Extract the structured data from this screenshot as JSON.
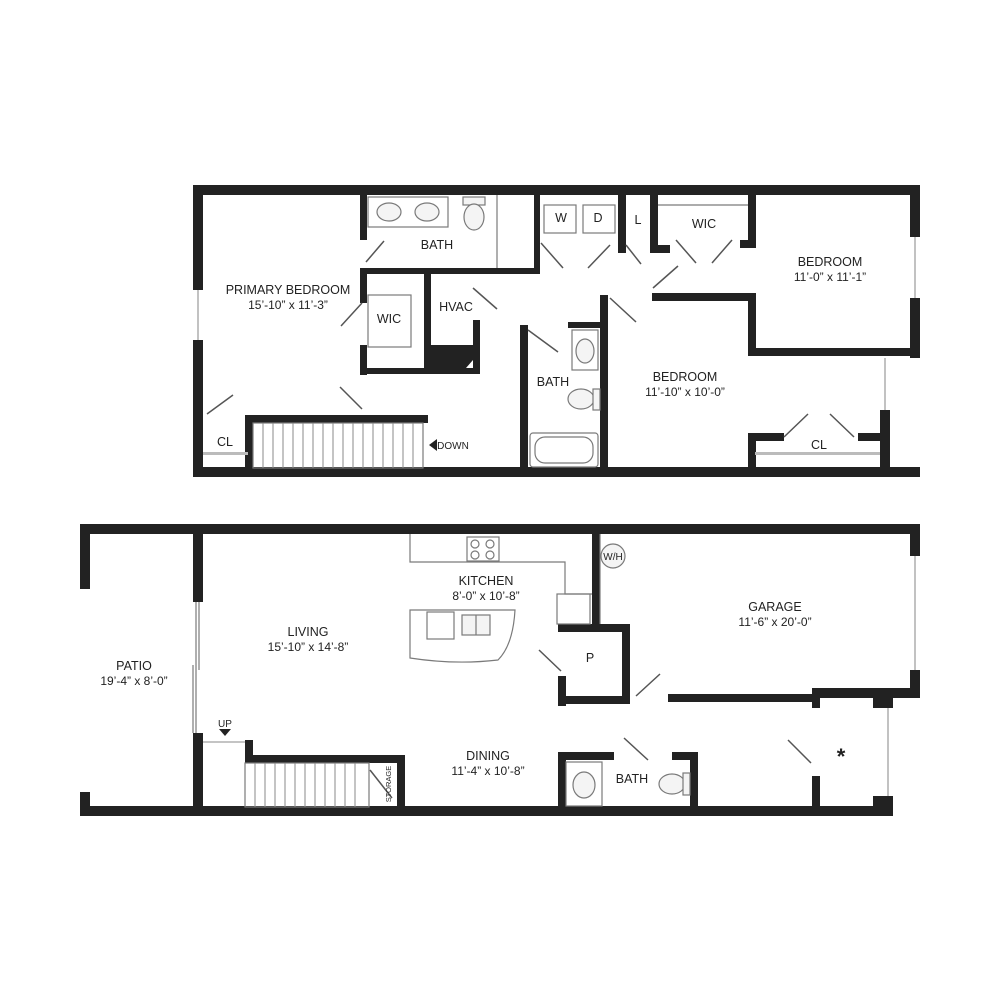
{
  "upper_floor": {
    "primary_bedroom": {
      "name": "PRIMARY BEDROOM",
      "size": "15’-10” x 11’-3”"
    },
    "primary_bath": "BATH",
    "primary_wic": "WIC",
    "hvac": "HVAC",
    "washer": "W",
    "dryer": "D",
    "linen": "L",
    "wic": "WIC",
    "bedroom_2": {
      "name": "BEDROOM",
      "size": "11’-0” x 11’-1”"
    },
    "bedroom_3": {
      "name": "BEDROOM",
      "size": "11’-10” x 10’-0”"
    },
    "hall_bath": "BATH",
    "closet_1": "CL",
    "closet_2": "CL",
    "stair_direction": "DOWN"
  },
  "lower_floor": {
    "patio": {
      "name": "PATIO",
      "size": "19’-4” x 8’-0”"
    },
    "living": {
      "name": "LIVING",
      "size": "15’-10” x 14’-8”"
    },
    "kitchen": {
      "name": "KITCHEN",
      "size": "8’-0” x 10’-8”"
    },
    "dining": {
      "name": "DINING",
      "size": "11’-4” x 10’-8”"
    },
    "garage": {
      "name": "GARAGE",
      "size": "11’-6” x 20’-0”"
    },
    "water_heater": "W/H",
    "pantry": "P",
    "powder_bath": "BATH",
    "storage": "STORAGE",
    "stair_direction": "UP",
    "asterisk": "*"
  },
  "icons": {
    "door": "door-swing-icon",
    "stair": "stair-icon",
    "arrow": "arrow-icon",
    "sink": "sink-icon",
    "toilet": "toilet-icon",
    "tub": "bathtub-icon",
    "cooktop": "cooktop-icon"
  },
  "colors": {
    "wall": "#222222",
    "fixture": "#7a7a7a",
    "background": "#ffffff"
  }
}
